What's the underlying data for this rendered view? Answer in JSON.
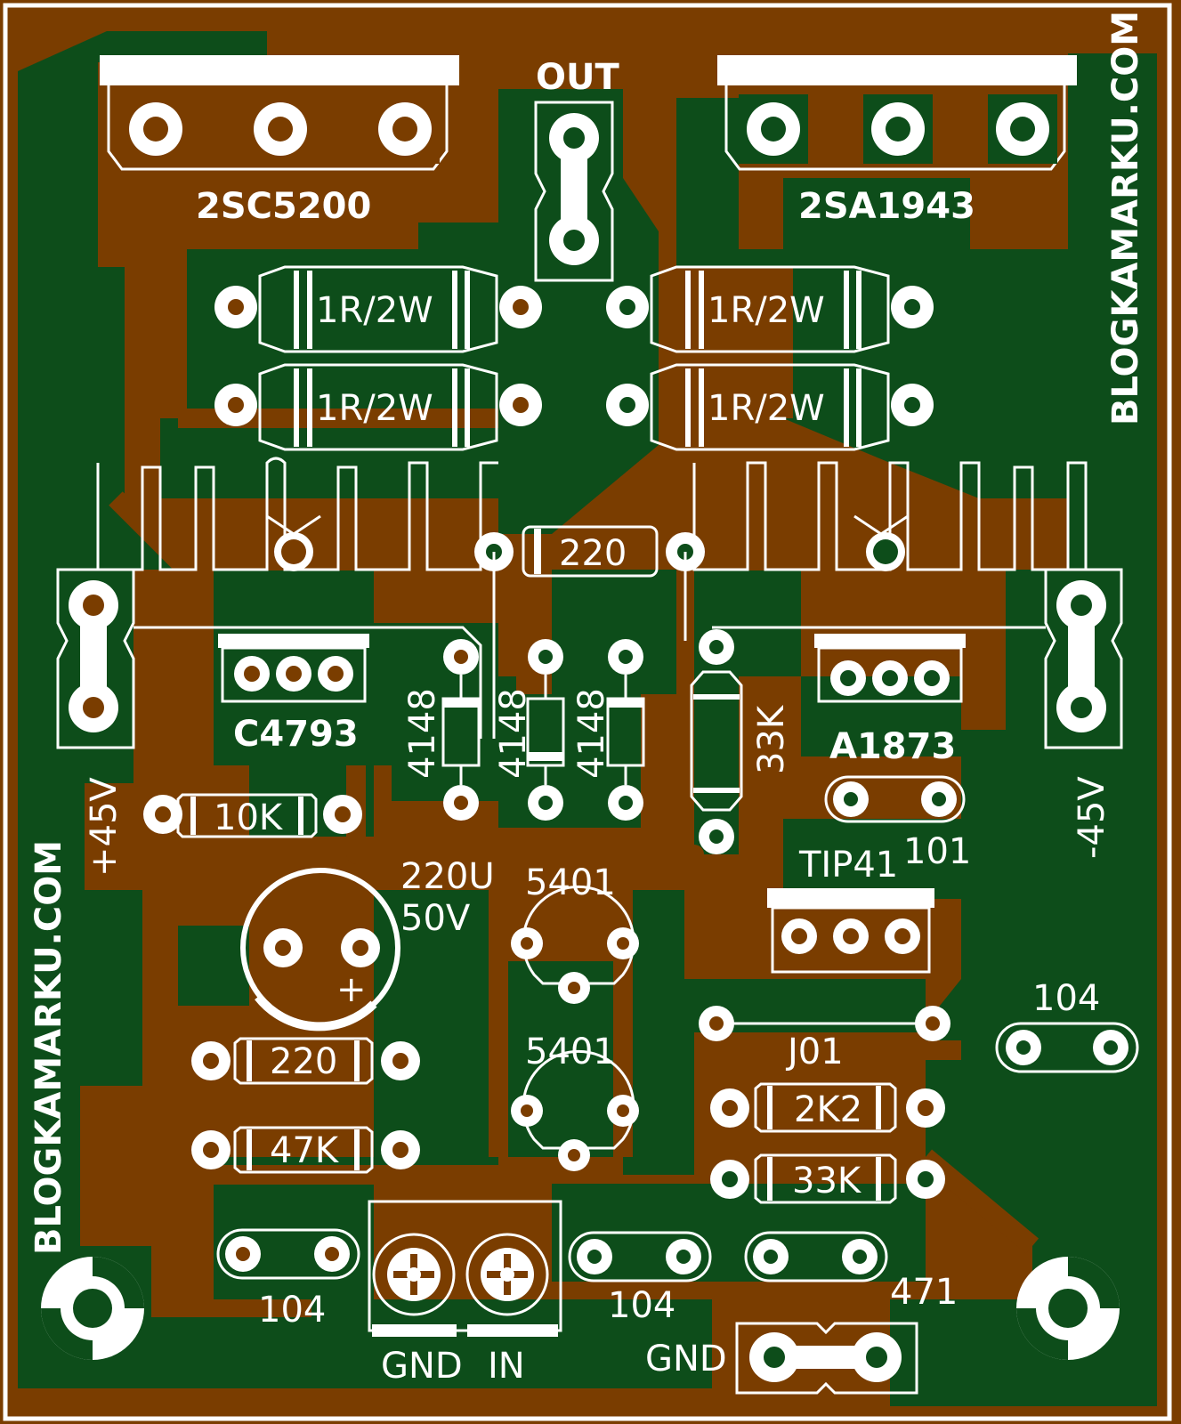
{
  "colors": {
    "substrate": "#7a3d00",
    "copper": "#0d4d1a",
    "silkscreen": "#ffffff"
  },
  "labels": {
    "out": "OUT",
    "q_npn": "2SC5200",
    "q_pnp": "2SA1943",
    "r_emit_1": "1R/2W",
    "r_emit_2": "1R/2W",
    "r_emit_3": "1R/2W",
    "r_emit_4": "1R/2W",
    "r_bias": "220",
    "q_driver_npn": "C4793",
    "q_driver_pnp": "A1873",
    "d1": "4148",
    "d2": "4148",
    "d3": "4148",
    "r_33k_v": "33K",
    "v_pos": "+45V",
    "v_neg": "-45V",
    "r_10k": "10K",
    "cap_elec_value": "220U",
    "cap_elec_voltage": "50V",
    "q_5401_a": "5401",
    "q_5401_b": "5401",
    "q_tip41": "TIP41",
    "cap_101": "101",
    "r_220_b": "220",
    "r_47k": "47K",
    "jumper": "J01",
    "r_2k2": "2K2",
    "r_33k_h": "33K",
    "cap_104_right": "104",
    "cap_104_left": "104",
    "cap_104_mid": "104",
    "cap_471": "471",
    "term_gnd": "GND",
    "term_in": "IN",
    "gnd_jumper": "GND",
    "plus_sign": "+",
    "brand_right": "BLOGKAMARKU.COM",
    "brand_left": "BLOGKAMARKU.COM"
  }
}
